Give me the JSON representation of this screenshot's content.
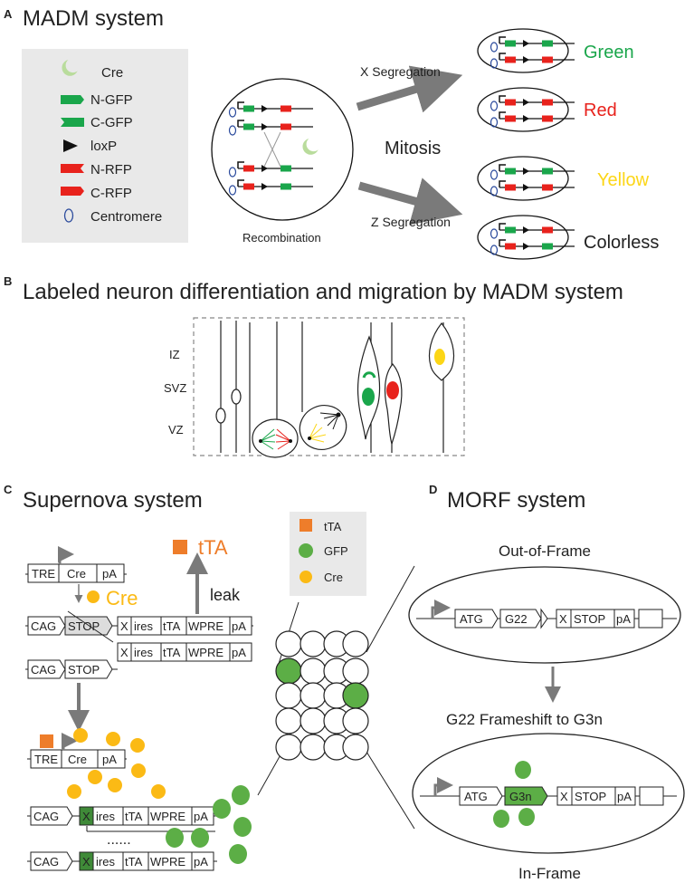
{
  "panelA": {
    "letter": "A",
    "title": "MADM system",
    "legend": [
      "Cre",
      "N-GFP",
      "C-GFP",
      "loxP",
      "N-RFP",
      "C-RFP",
      "Centromere"
    ],
    "recombination": "Recombination",
    "x_segregation": "X Segregation",
    "z_segregation": "Z Segregation",
    "mitosis": "Mitosis",
    "outcomes": [
      "Green",
      "Red",
      "Yellow",
      "Colorless"
    ]
  },
  "panelB": {
    "letter": "B",
    "title": "Labeled  neuron differentiation and migration by MADM system",
    "zones": [
      "IZ",
      "SVZ",
      "VZ"
    ]
  },
  "panelC": {
    "letter": "C",
    "title": "Supernova system",
    "tre": "TRE",
    "cre": "Cre",
    "pa": "pA",
    "cag": "CAG",
    "stop": "STOP",
    "x": "X",
    "ires": "ires",
    "tta": "tTA",
    "wpre": "WPRE",
    "cre_big": "Cre",
    "tta_big": "tTA",
    "leak": "leak",
    "dots": "......"
  },
  "legend_mid": [
    "tTA",
    "GFP",
    "Cre"
  ],
  "panelD": {
    "letter": "D",
    "title": "MORF system",
    "out_of_frame": "Out-of-Frame",
    "frameshift": "G22 Frameshift to G3n",
    "in_frame": "In-Frame",
    "atg": "ATG",
    "g22": "G22",
    "g3n": "G3n",
    "x": "X",
    "stop": "STOP",
    "pa": "pA"
  },
  "colors": {
    "green": "#1aa64b",
    "red": "#e8221c",
    "yellow": "#fcd616",
    "orange": "#ee7d2a",
    "gfp": "#5cae46",
    "cre": "#fbba15",
    "gray": "#7a7a7a",
    "dark_green": "#3f8a38"
  }
}
